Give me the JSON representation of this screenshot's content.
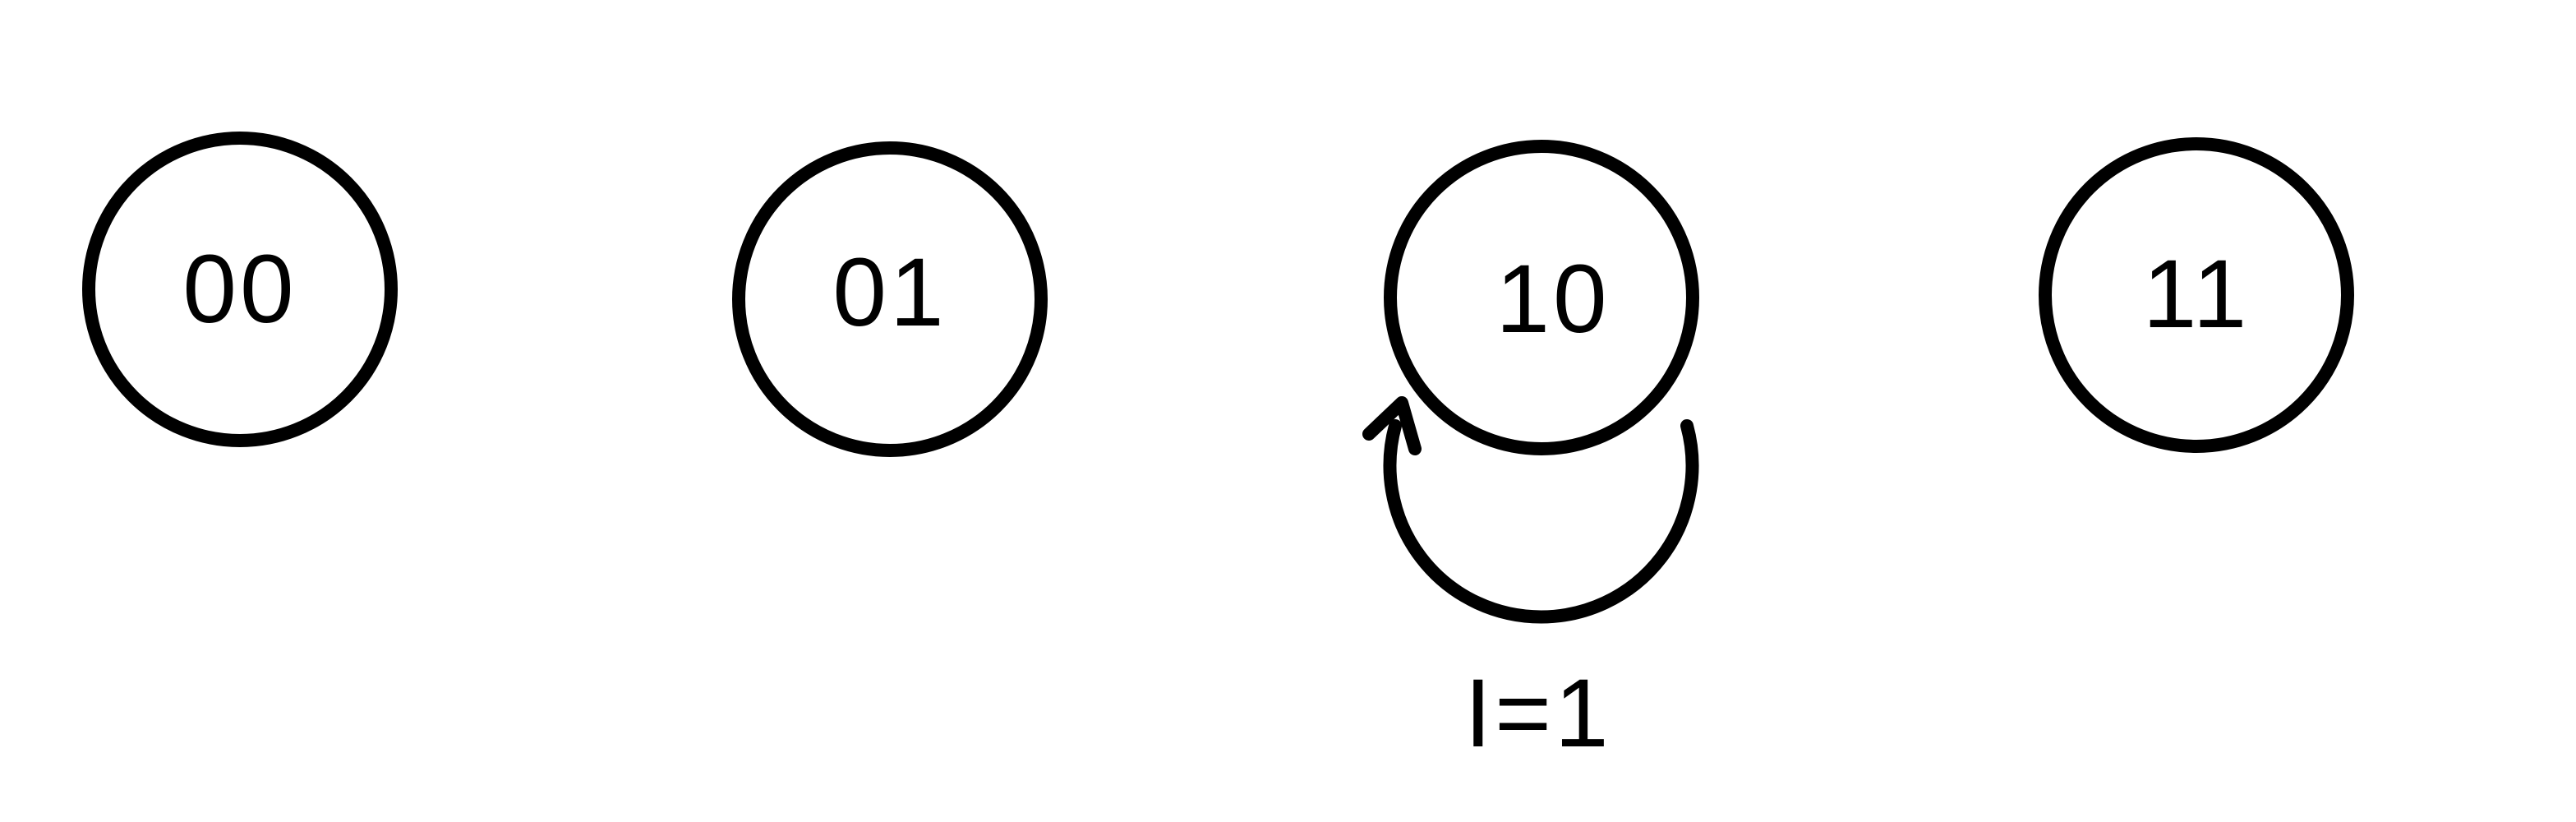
{
  "colors": {
    "stroke": "#000000",
    "background": "#ffffff"
  },
  "states": [
    {
      "id": "s00",
      "label": "00"
    },
    {
      "id": "s01",
      "label": "01"
    },
    {
      "id": "s10",
      "label": "10"
    },
    {
      "id": "s11",
      "label": "11"
    }
  ],
  "transitions": [
    {
      "from": "10",
      "to": "10",
      "label": "I=1"
    }
  ]
}
